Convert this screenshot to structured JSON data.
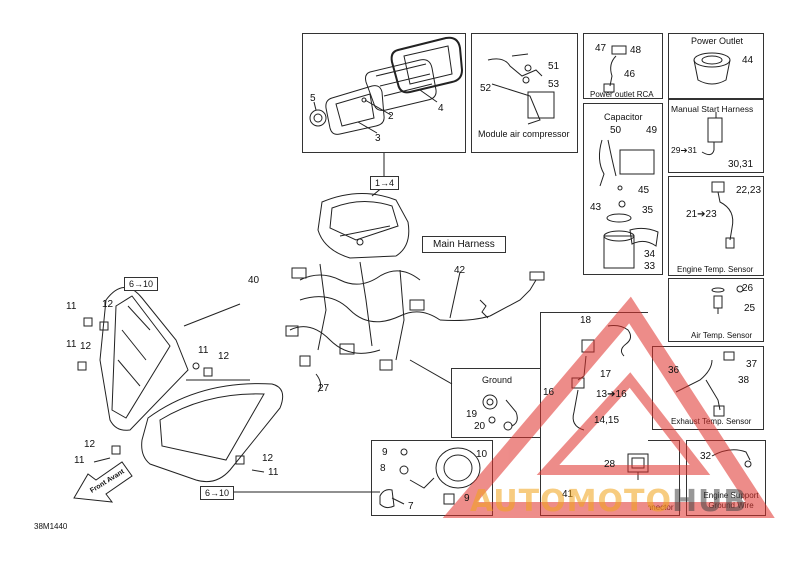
{
  "diagram_code": "38M1440",
  "front_label": "Front Avant",
  "watermark": {
    "auto": "AUTO",
    "moto": "MOTO",
    "hub": "HUB",
    "accent_color": "#e0302a",
    "accent2_color": "#f2a41a"
  },
  "boxes": {
    "cluster_callout": "1→4",
    "headlight_left_callout": "6→10",
    "headlight_bottom_callout": "6→10",
    "module_air_compressor": "Module air compressor",
    "power_outlet_rca": "Power outlet RCA",
    "power_outlet": "Power Outlet",
    "manual_start_harness": "Manual Start Harness",
    "capacitor": "Capacitor",
    "engine_temp_sensor": "Engine Temp. Sensor",
    "air_temp_sensor": "Air Temp. Sensor",
    "exhaust_temp_sensor": "Exhaust Temp. Sensor",
    "ground": "Ground",
    "diagnostic_connector": "Diagnostic Connector",
    "engine_support_ground_wire": "Engine Support Ground Wire",
    "main_harness": "Main Harness"
  },
  "part_numbers": {
    "p1": "1",
    "p2": "2",
    "p3": "3",
    "p4": "4",
    "p5": "5",
    "p7": "7",
    "p8": "8",
    "p9a": "9",
    "p9b": "9",
    "p10": "10",
    "p11a": "11",
    "p11b": "11",
    "p11c": "11",
    "p11d": "11",
    "p11e": "11",
    "p12a": "12",
    "p12b": "12",
    "p12c": "12",
    "p12d": "12",
    "p12e": "12",
    "p13_16": "13➔16",
    "p14_15": "14,15",
    "p16": "16",
    "p17": "17",
    "p18": "18",
    "p19": "19",
    "p20": "20",
    "p21_23": "21➔23",
    "p22_23": "22,23",
    "p25": "25",
    "p26": "26",
    "p27": "27",
    "p28": "28",
    "p29_31": "29➔31",
    "p30_31": "30,31",
    "p32": "32",
    "p33": "33",
    "p34": "34",
    "p35": "35",
    "p36": "36",
    "p37": "37",
    "p38": "38",
    "p40": "40",
    "p41": "41",
    "p42": "42",
    "p43": "43",
    "p44": "44",
    "p45": "45",
    "p46": "46",
    "p47": "47",
    "p48": "48",
    "p49": "49",
    "p50": "50",
    "p51": "51",
    "p52": "52",
    "p53": "53"
  }
}
